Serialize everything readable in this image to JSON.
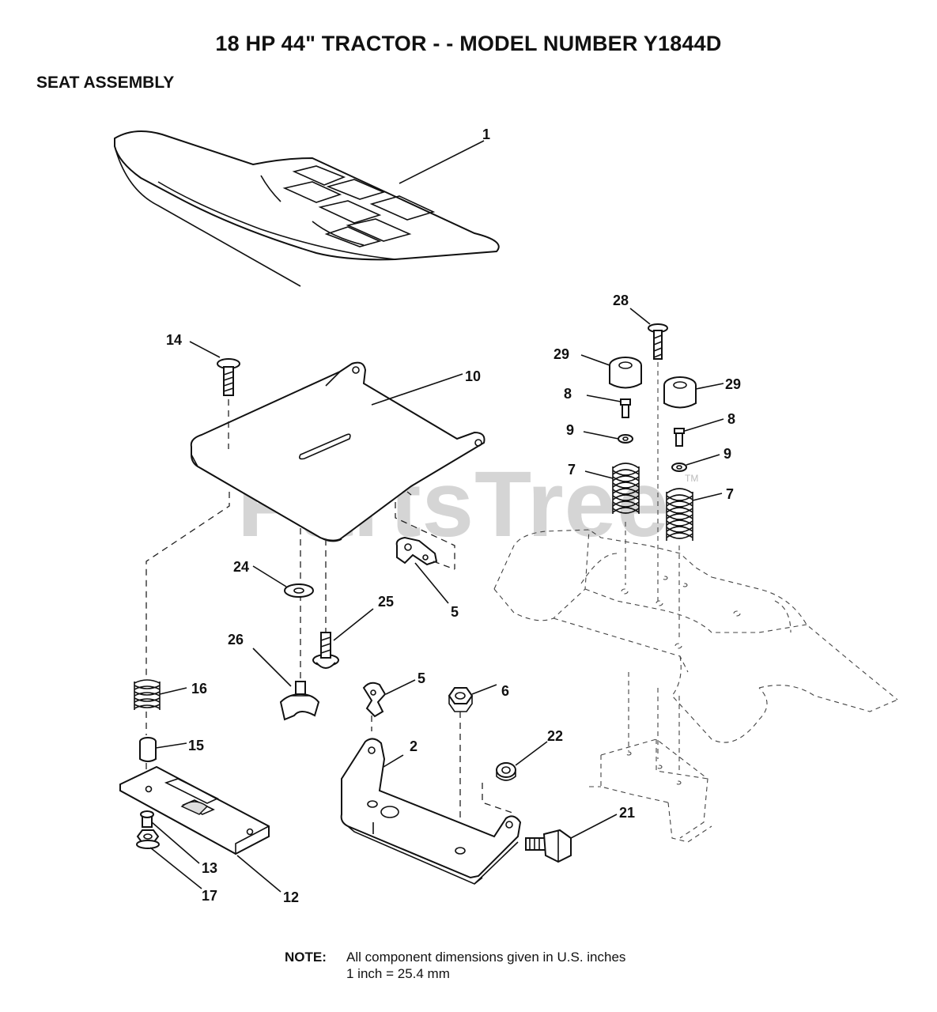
{
  "header": {
    "title": "18 HP 44\" TRACTOR - - MODEL NUMBER Y1844D",
    "subtitle": "SEAT ASSEMBLY"
  },
  "watermark": {
    "text": "PartsTree",
    "tm": "TM"
  },
  "callouts": {
    "c1": "1",
    "c2": "2",
    "c5a": "5",
    "c5b": "5",
    "c6": "6",
    "c7a": "7",
    "c7b": "7",
    "c8a": "8",
    "c8b": "8",
    "c9a": "9",
    "c9b": "9",
    "c10": "10",
    "c12": "12",
    "c13": "13",
    "c14": "14",
    "c15": "15",
    "c16": "16",
    "c17": "17",
    "c21": "21",
    "c22": "22",
    "c24": "24",
    "c25": "25",
    "c26": "26",
    "c28": "28",
    "c29a": "29",
    "c29b": "29"
  },
  "note": {
    "label": "NOTE:",
    "line1": "All component dimensions given in U.S. inches",
    "line2": "1 inch = 25.4 mm"
  }
}
